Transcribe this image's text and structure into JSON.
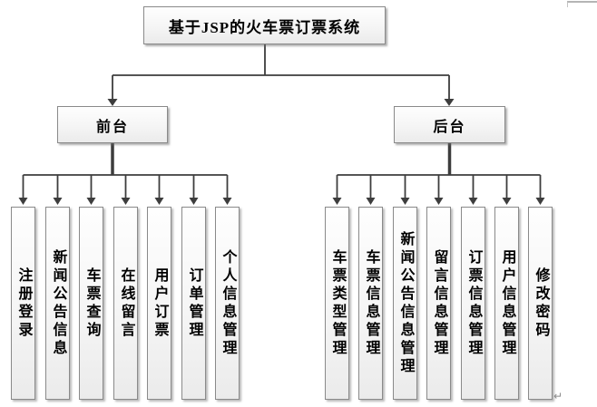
{
  "diagram": {
    "title": "基于JSP的火车票订票系统",
    "front": {
      "label": "前台",
      "items": [
        "注册登录",
        "新闻公告信息",
        "车票查询",
        "在线留言",
        "用户订票",
        "订单管理",
        "个人信息管理"
      ]
    },
    "back": {
      "label": "后台",
      "items": [
        "车票类型管理",
        "车票信息管理",
        "新闻公告信息管理",
        "留言信息管理",
        "订票信息管理",
        "用户信息管理",
        "修改密码"
      ]
    },
    "colors": {
      "connector_line": "#3d3d3d",
      "box_border": "#8a8a8a",
      "box_fill_top": "#fefefe",
      "box_fill_bottom": "#ebebeb",
      "background": "#ffffff"
    },
    "artifacts": {
      "return_mark": "↵"
    }
  }
}
